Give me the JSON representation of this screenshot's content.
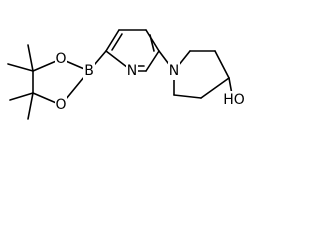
{
  "molecule": {
    "atoms": {
      "boron": "B",
      "ring_oxygen_top": "O",
      "ring_oxygen_bottom": "O",
      "pyridine_nitrogen": "N",
      "piperidine_nitrogen": "N",
      "hydroxyl": "HO"
    }
  },
  "colors": {
    "bond": "#000000",
    "label": "#000000",
    "background": "#ffffff"
  }
}
